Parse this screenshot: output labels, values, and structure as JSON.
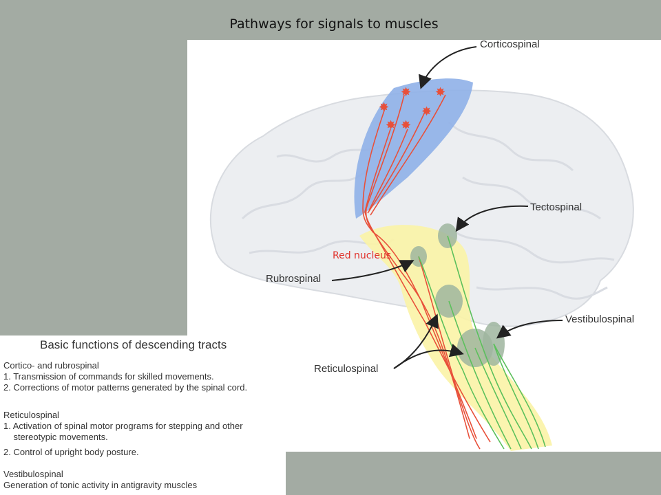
{
  "slide_title": "Pathways for signals to muscles",
  "labels": {
    "corticospinal": "Corticospinal",
    "tectospinal": "Tectospinal",
    "red_nucleus": "Red nucleus",
    "rubrospinal": "Rubrospinal",
    "vestibulospinal": "Vestibulospinal",
    "reticulospinal": "Reticulospinal"
  },
  "functions_table": {
    "title": "Basic functions of descending tracts",
    "groups": [
      {
        "heading": "Cortico- and rubrospinal",
        "items": [
          "1. Transmission of commands for skilled movements.",
          "2. Corrections of motor patterns generated by the spinal cord."
        ]
      },
      {
        "heading": "Reticulospinal",
        "items": [
          "1. Activation of spinal motor programs for stepping and other\n    stereotypic movements.",
          "2. Control of upright body posture."
        ]
      },
      {
        "heading": "Vestibulospinal",
        "items": [
          "Generation of tonic activity in antigravity muscles"
        ]
      }
    ]
  },
  "colors": {
    "background": "#a3aba3",
    "cortex_region": "#8fb0e8",
    "brainstem_region": "#fbf3a6",
    "red_tract": "#e8503a",
    "green_tract": "#5cc05c",
    "nucleus": "#9fb59f"
  }
}
